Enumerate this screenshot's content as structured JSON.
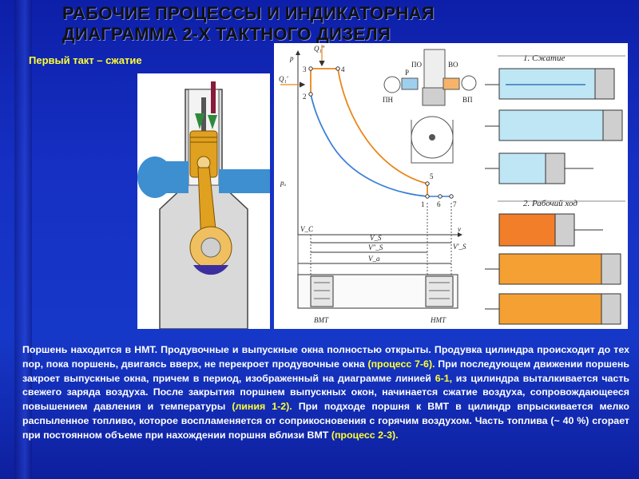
{
  "title": {
    "line1": "РАБОЧИЕ ПРОЦЕССЫ И ИНДИКАТОРНАЯ",
    "line2": "ДИАГРАММА 2-Х ТАКТНОГО ДИЗЕЛЯ"
  },
  "subtitle": "Первый такт – сжатие",
  "diagram": {
    "axis_p": "p",
    "axis_v": "v",
    "p_a": "pₐ",
    "q1_top": "Q₁″",
    "q1_left": "Q₁′",
    "points": [
      "1",
      "2",
      "3",
      "4",
      "5",
      "6",
      "7"
    ],
    "dims": [
      "V_C",
      "V_S",
      "V″_S",
      "V_a",
      "V′_S"
    ],
    "bmt": "ВМТ",
    "nmt": "НМТ",
    "mech_labels": {
      "po": "ПО",
      "vo": "ВО",
      "p": "Р",
      "pn": "ПН",
      "vp": "ВП"
    },
    "legend_compression": "1. Сжатие",
    "legend_power": "2. Рабочий ход"
  },
  "description": {
    "s1": "Поршень находится в НМТ. Продувочные и выпускные окна полностью открыты. Продувка цилиндра происходит до тех пор, пока поршень, двигаясь вверх, не перекроет продувочные окна ",
    "h1": "(процесс 7-6).",
    "s2": " При последующем движении поршень закроет выпускные окна, причем в период, изображенный на диаграмме линией ",
    "h2": "6-1,",
    "s3": " из цилиндра выталкивается часть свежего заряда воздуха. После закрытия поршнем выпускных окон, начинается сжатие воздуха, сопровождающееся повышением давления и температуры ",
    "h3": "(линия 1-2).",
    "s4": " При подходе поршня к ВМТ в цилиндр впрыскивается мелко распыленное топливо, которое воспламеняется от соприкосновения с горячим воздухом. Часть топлива (~ 40 %) сгорает при постоянном объеме при нахождении поршня вблизи ВМТ ",
    "h4": "(процесс 2-3)."
  },
  "colors": {
    "compression_curve": "#3a7fd8",
    "expansion_curve": "#e8861a",
    "cylinder_cool": "#bfe6f5",
    "cylinder_hot": "#f5a033",
    "engine_gold": "#e0a020",
    "engine_blue": "#3d8fd0",
    "text_highlight": "#ffff33"
  }
}
